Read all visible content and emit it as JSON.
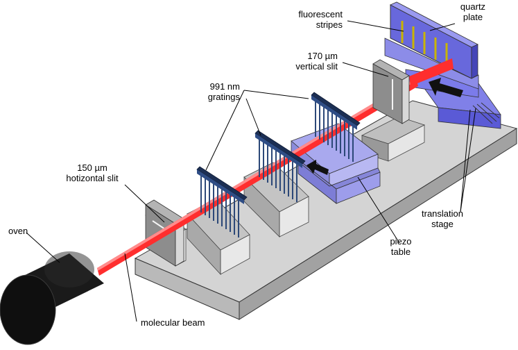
{
  "labels": {
    "oven": "oven",
    "slit1_l1": "150 µm",
    "slit1_l2": "hotizontal slit",
    "gratings_l1": "991 nm",
    "gratings_l2": "gratings",
    "slit2_l1": "170 µm",
    "slit2_l2": "vertical slit",
    "fluor_l1": "fluorescent",
    "fluor_l2": "stripes",
    "quartz_l1": "quartz",
    "quartz_l2": "plate",
    "piezo_l1": "piezo",
    "piezo_l2": "table",
    "trans_l1": "translation",
    "trans_l2": "stage",
    "beam": "molecular beam"
  },
  "colors": {
    "beam": "#ff3b3b",
    "baseplate_top": "#d2d2d2",
    "baseplate_side": "#a8a8a8",
    "mount": "#bdbdbd",
    "piezo": "#aaaaee",
    "stage": "#6f6fe0",
    "grating_bars": "#27406a",
    "oven": "#141414"
  }
}
